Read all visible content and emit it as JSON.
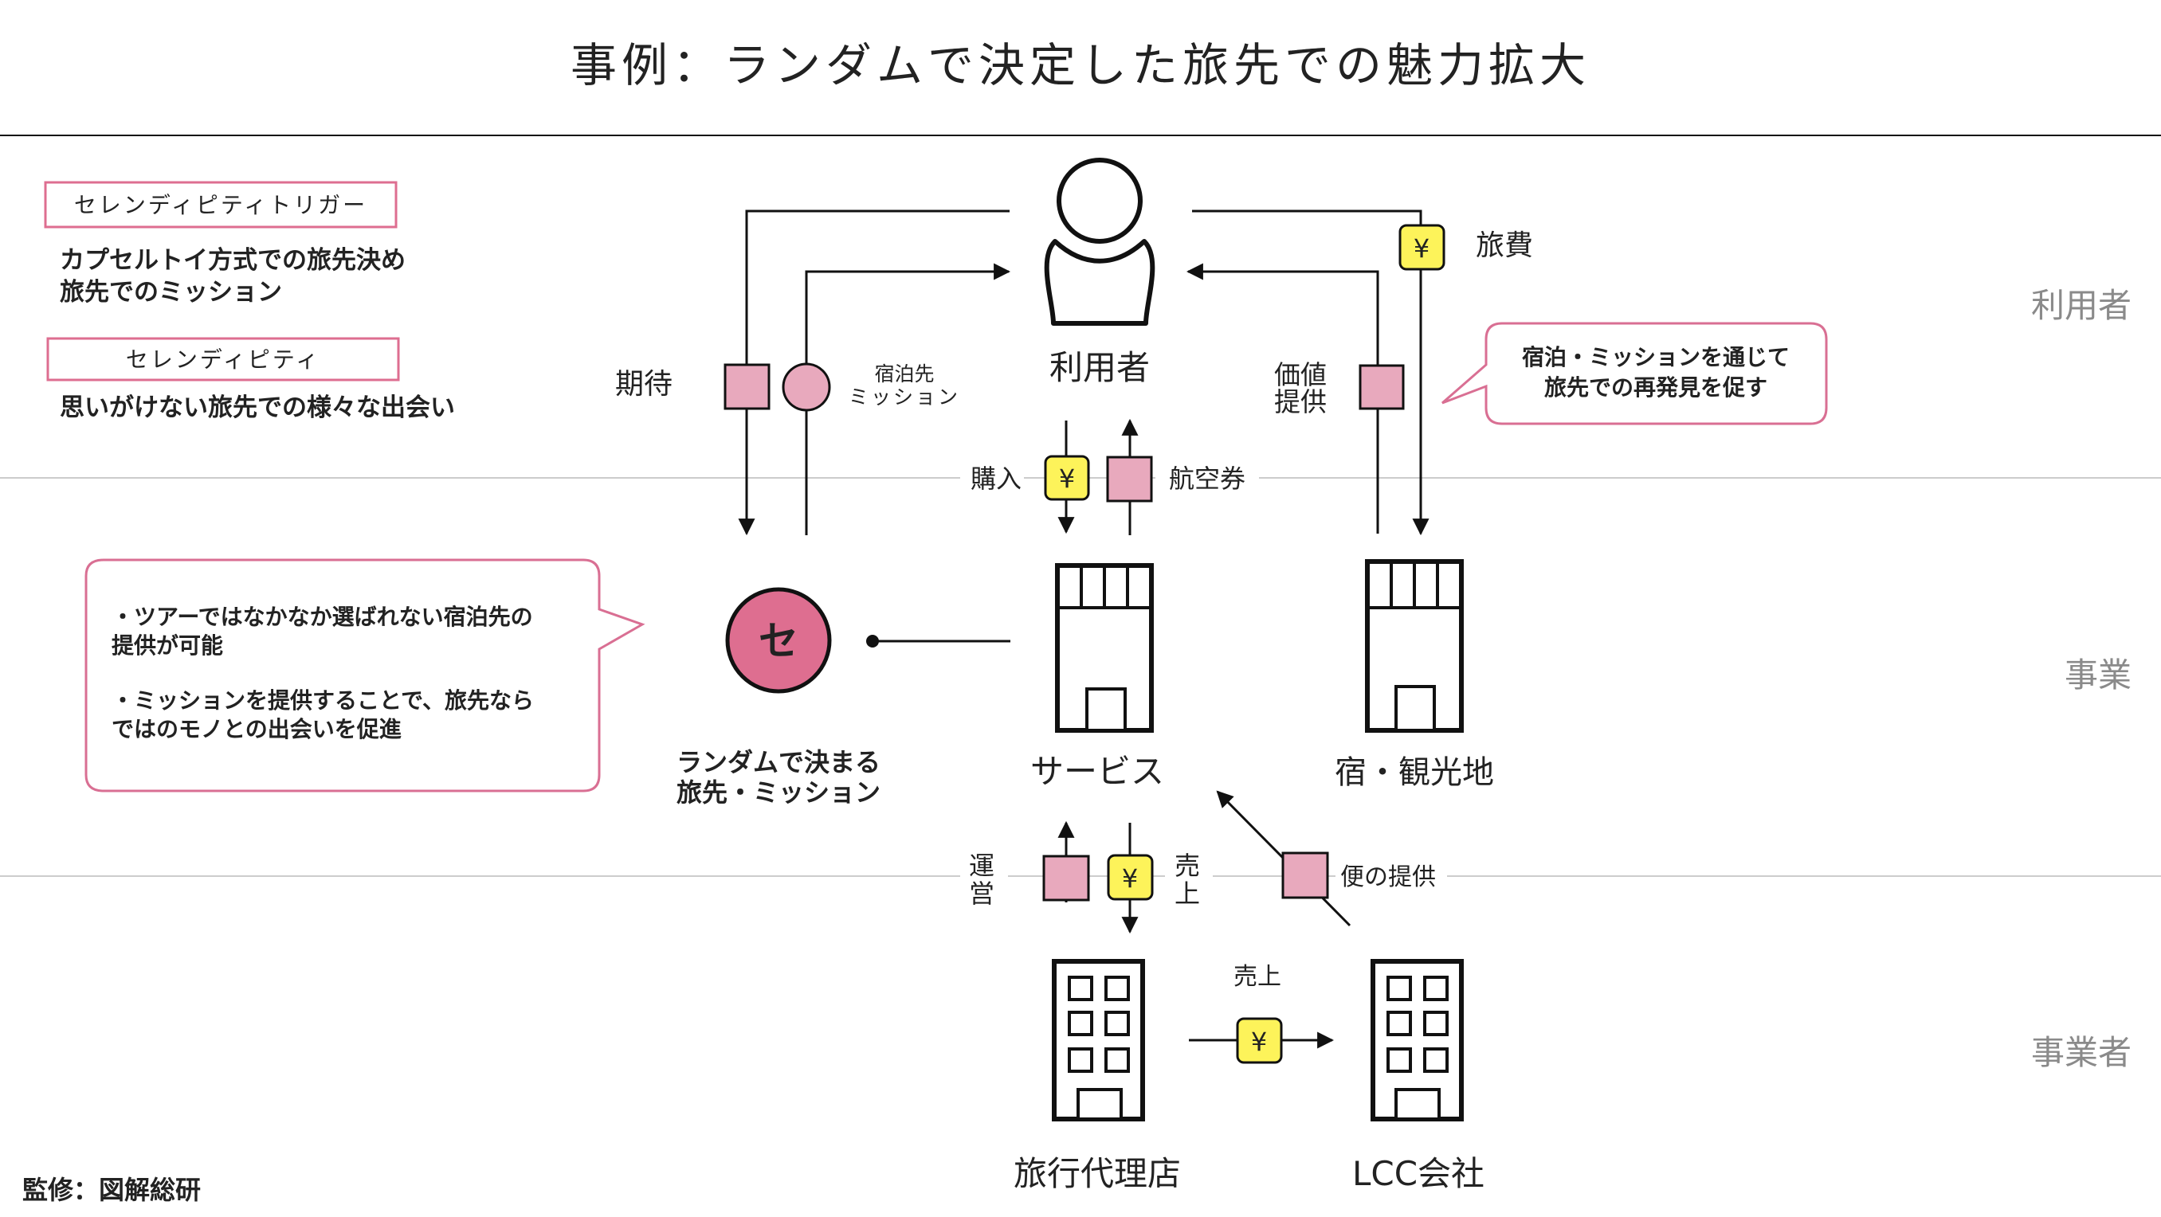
{
  "title": "事例：ランダムで決定した旅先での魅力拡大",
  "layers": {
    "user": "利用者",
    "business": "事業",
    "operator": "事業者"
  },
  "legend": {
    "trigger_tag": "セレンディピティトリガー",
    "trigger_line1": "カプセルトイ方式での旅先決め",
    "trigger_line2": "旅先でのミッション",
    "serendipity_tag": "セレンディピティ",
    "serendipity_text": "思いがけない旅先での様々な出会い"
  },
  "nodes": {
    "user": "利用者",
    "service": "サービス",
    "lodging": "宿・観光地",
    "travel_agency": "旅行代理店",
    "lcc": "LCC会社",
    "serendipity_symbol": "セ",
    "random_line1": "ランダムで決まる",
    "random_line2": "旅先・ミッション"
  },
  "flows": {
    "expectation": "期待",
    "lodging_mission_line1": "宿泊先",
    "lodging_mission_line2": "ミッション",
    "value_line1": "価値",
    "value_line2": "提供",
    "travel_cost": "旅費",
    "purchase": "購入",
    "air_ticket": "航空券",
    "operation_line1": "運",
    "operation_line2": "営",
    "sales_line1": "売",
    "sales_line2": "上",
    "flight_provision": "便の提供",
    "sales_lcc": "売上",
    "yen": "¥"
  },
  "callouts": {
    "right_line1": "宿泊・ミッションを通じて",
    "right_line2": "旅先での再発見を促す",
    "left_line1": "・ツアーではなかなか選ばれない宿泊先の",
    "left_line2": "提供が可能",
    "left_line3": "・ミッションを提供することで、旅先なら",
    "left_line4": "ではのモノとの出会いを促進"
  },
  "footer": "監修：図解総研",
  "colors": {
    "pink_fill": "#e8a9bd",
    "pink_stroke": "#d96f93",
    "serendipity_circle": "#de6e90",
    "yen_fill": "#fdf35a",
    "line": "#111111",
    "divider": "#cccccc"
  }
}
